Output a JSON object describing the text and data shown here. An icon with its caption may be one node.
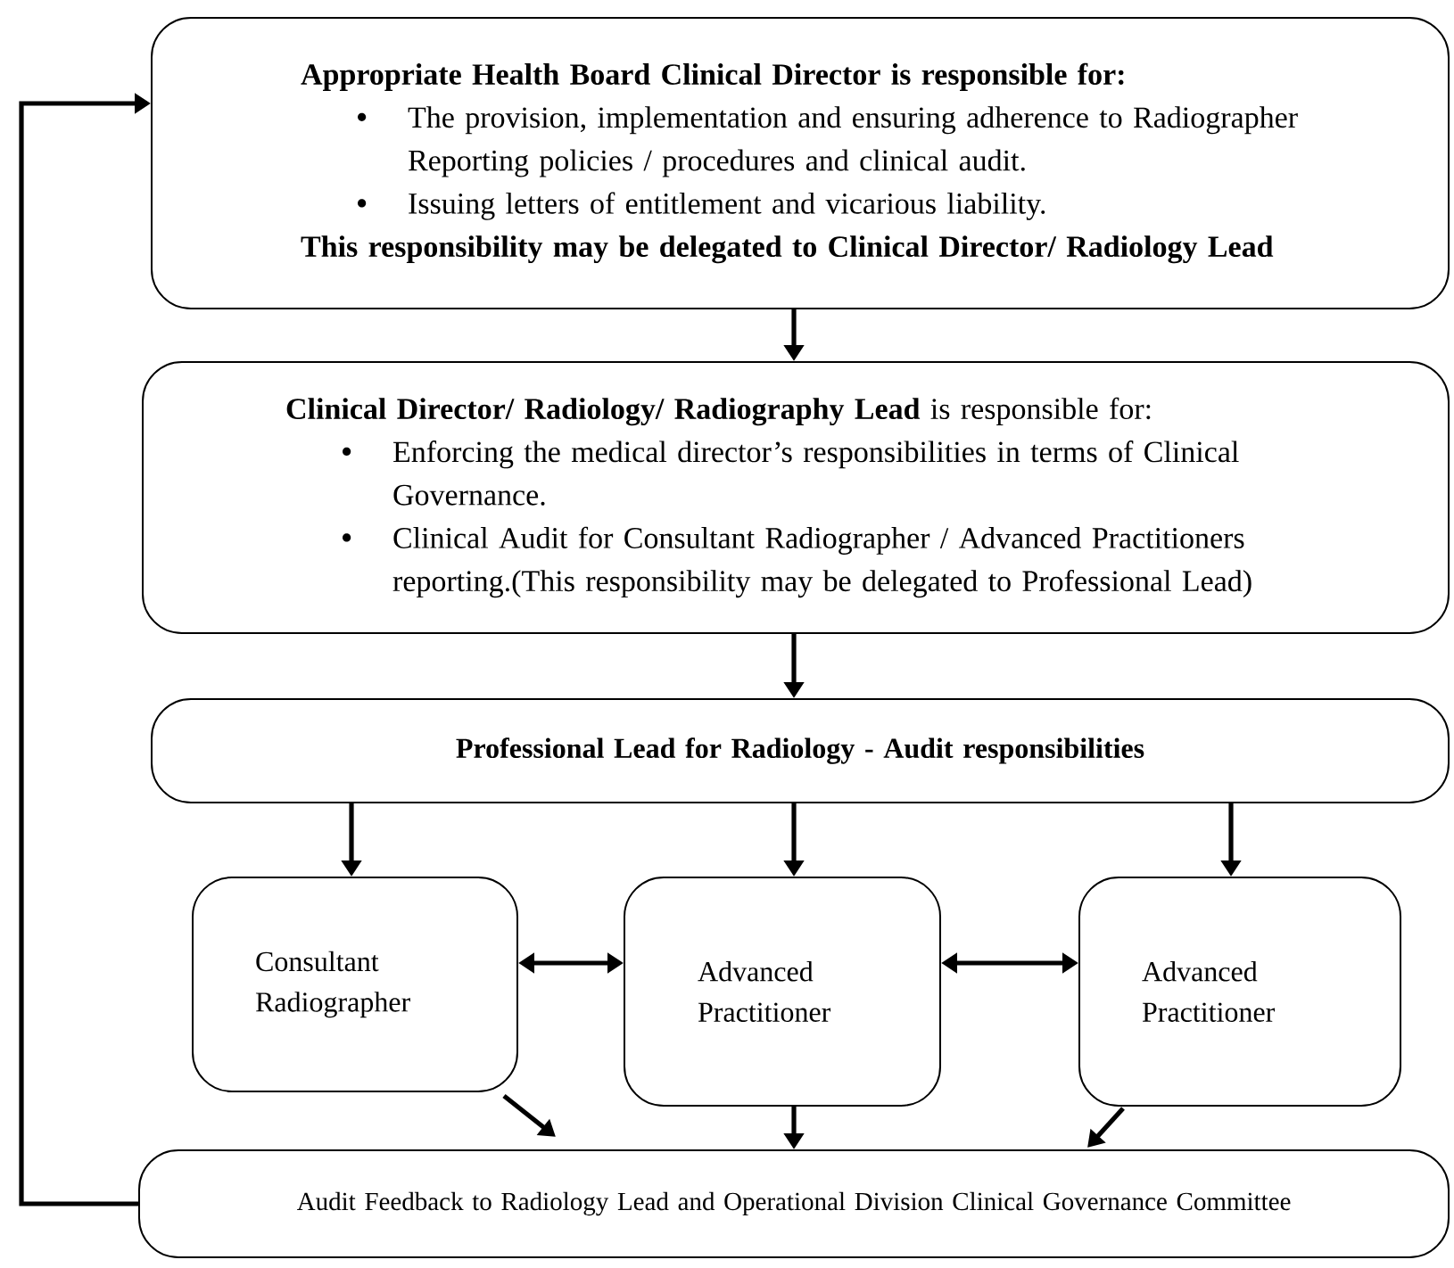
{
  "diagram": {
    "nodes": [
      {
        "text": [
          "Appropriate Health Board Clinical Director is responsible for:",
          "The provision, implementation and ensuring adherence to Radiographer Reporting policies / procedures and clinical audit.",
          "Issuing letters of entitlement and vicarious liability.",
          "This responsibility may be delegated to Clinical Director/ Radiology Lead"
        ]
      },
      {
        "text": [
          "**Clinical Director/ Radiology/ Radiography Lead** is responsible for:",
          "Enforcing the medical director’s responsibilities in terms of Clinical Governance.",
          "Clinical Audit for Consultant Radiographer / Advanced Practitioners reporting.(This responsibility may be delegated to Professional Lead)"
        ]
      },
      {
        "text": [
          "Professional Lead for Radiology - Audit responsibilities"
        ]
      },
      {
        "text": [
          "Consultant Radiographer"
        ]
      },
      {
        "text": [
          "Advanced Practitioner"
        ]
      },
      {
        "text": [
          "Advanced Practitioner"
        ]
      },
      {
        "text": [
          "Audit Feedback to Radiology Lead and Operational Division Clinical Governance Committee"
        ]
      }
    ],
    "edges": [
      {
        "from": 0,
        "to": 1,
        "arrow": "to"
      },
      {
        "from": 1,
        "to": 2,
        "arrow": "to"
      },
      {
        "from": 2,
        "to": 3,
        "arrow": "to"
      },
      {
        "from": 2,
        "to": 4,
        "arrow": "to"
      },
      {
        "from": 2,
        "to": 5,
        "arrow": "to"
      },
      {
        "from": 3,
        "to": 4,
        "arrow": "both"
      },
      {
        "from": 4,
        "to": 5,
        "arrow": "both"
      },
      {
        "from": 3,
        "to": 6,
        "arrow": "to"
      },
      {
        "from": 4,
        "to": 6,
        "arrow": "to"
      },
      {
        "from": 5,
        "to": 6,
        "arrow": "to"
      },
      {
        "from": 6,
        "to": 0,
        "arrow": "to"
      }
    ]
  }
}
